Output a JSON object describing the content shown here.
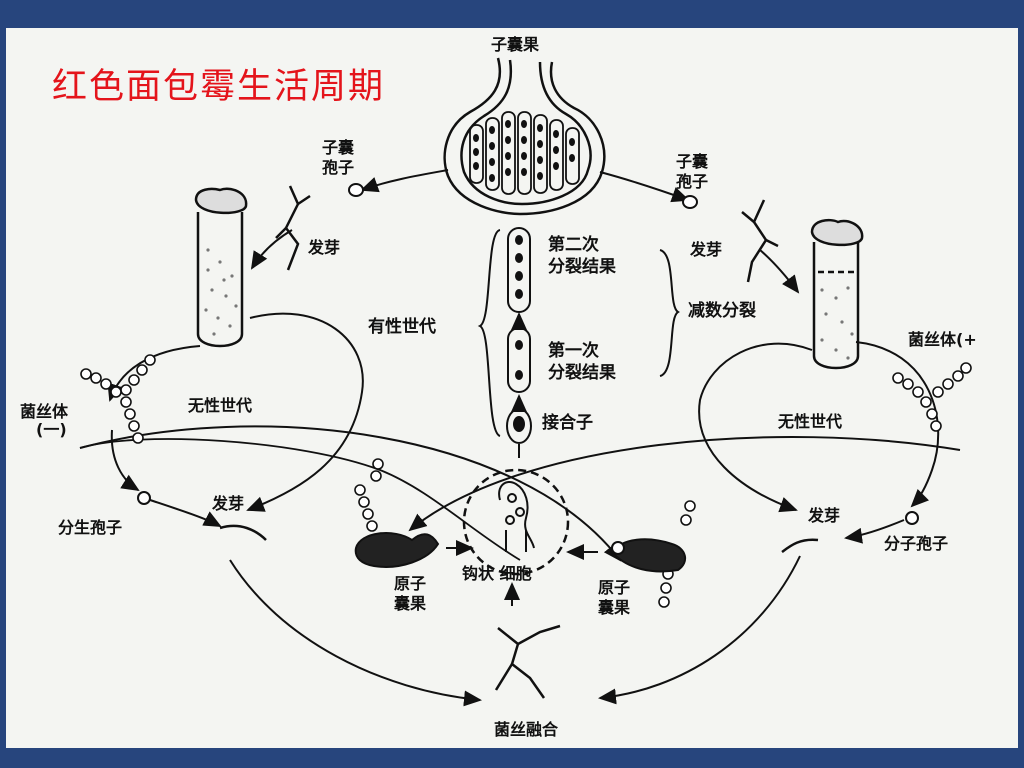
{
  "slide": {
    "title": "红色面包霉生活周期",
    "colors": {
      "title": "#e4141b",
      "frame": "#27457d",
      "paper": "#f4f5f2",
      "ink": "#111111"
    }
  },
  "diagram": {
    "ascocarp": "子囊果",
    "ascospore_left": [
      "子囊",
      "孢子"
    ],
    "ascospore_right": [
      "子囊",
      "孢子"
    ],
    "germinate_left": "发芽",
    "germinate_right": "发芽",
    "second_division": [
      "第二次",
      "分裂结果"
    ],
    "first_division": [
      "第一次",
      "分裂结果"
    ],
    "meiosis": "减数分裂",
    "sexual_generation": "有性世代",
    "zygote": "接合子",
    "mycelium_left": [
      "菌丝体",
      "(一)"
    ],
    "mycelium_right": "菌丝体(+",
    "asexual_left": "无性世代",
    "asexual_right": "无性世代",
    "conidium_left": "分生孢子",
    "conidium_right": "分子孢子",
    "sprout_left": "发芽",
    "sprout_right": "发芽",
    "protoperithecium_left": [
      "原子",
      "囊果"
    ],
    "protoperithecium_right": [
      "原子",
      "囊果"
    ],
    "hook_cell": "钩状 细胞",
    "hyphal_fusion": "菌丝融合"
  }
}
